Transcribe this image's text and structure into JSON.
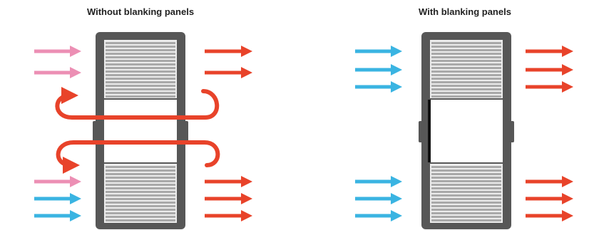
{
  "panels": [
    {
      "title": "Without blanking panels",
      "blanking_panels": false,
      "inlet_arrows": [
        "cool-mixed",
        "cool-mixed",
        "cool-mixed",
        "cold",
        "cold"
      ],
      "outlet_arrows": 5,
      "recirculation_loops": 2
    },
    {
      "title": "With blanking panels",
      "blanking_panels": true,
      "inlet_arrows": [
        "cold",
        "cold",
        "cold",
        "cold",
        "cold",
        "cold"
      ],
      "outlet_arrows": 6,
      "recirculation_loops": 0
    }
  ],
  "colors": {
    "hot": "#e8432a",
    "cold": "#3ab4e2",
    "cool-mixed": "#ec8fb4",
    "rack_frame": "#575757",
    "vent_slat": "#a9a9a9",
    "vent_bg": "#ececec",
    "blanking_edge": "#111111"
  }
}
